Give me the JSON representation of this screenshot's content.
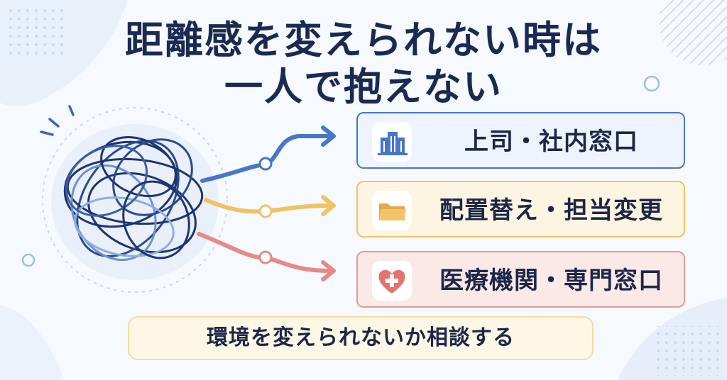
{
  "title": {
    "line1": "距離感を変えられない時は",
    "line2": "一人で抱えない"
  },
  "options": [
    {
      "label": "上司・社内窓口",
      "icon": "building-icon",
      "color": "#4876c9"
    },
    {
      "label": "配置替え・担当変更",
      "icon": "folder-icon",
      "color": "#efc266"
    },
    {
      "label": "医療機関・専門窓口",
      "icon": "medical-heart-icon",
      "color": "#e58a86"
    }
  ],
  "footer": {
    "label": "環境を変えられないか相談する"
  },
  "colors": {
    "title": "#1b2a52",
    "tangle": "#1f3470",
    "background": "#f6f9fd"
  }
}
